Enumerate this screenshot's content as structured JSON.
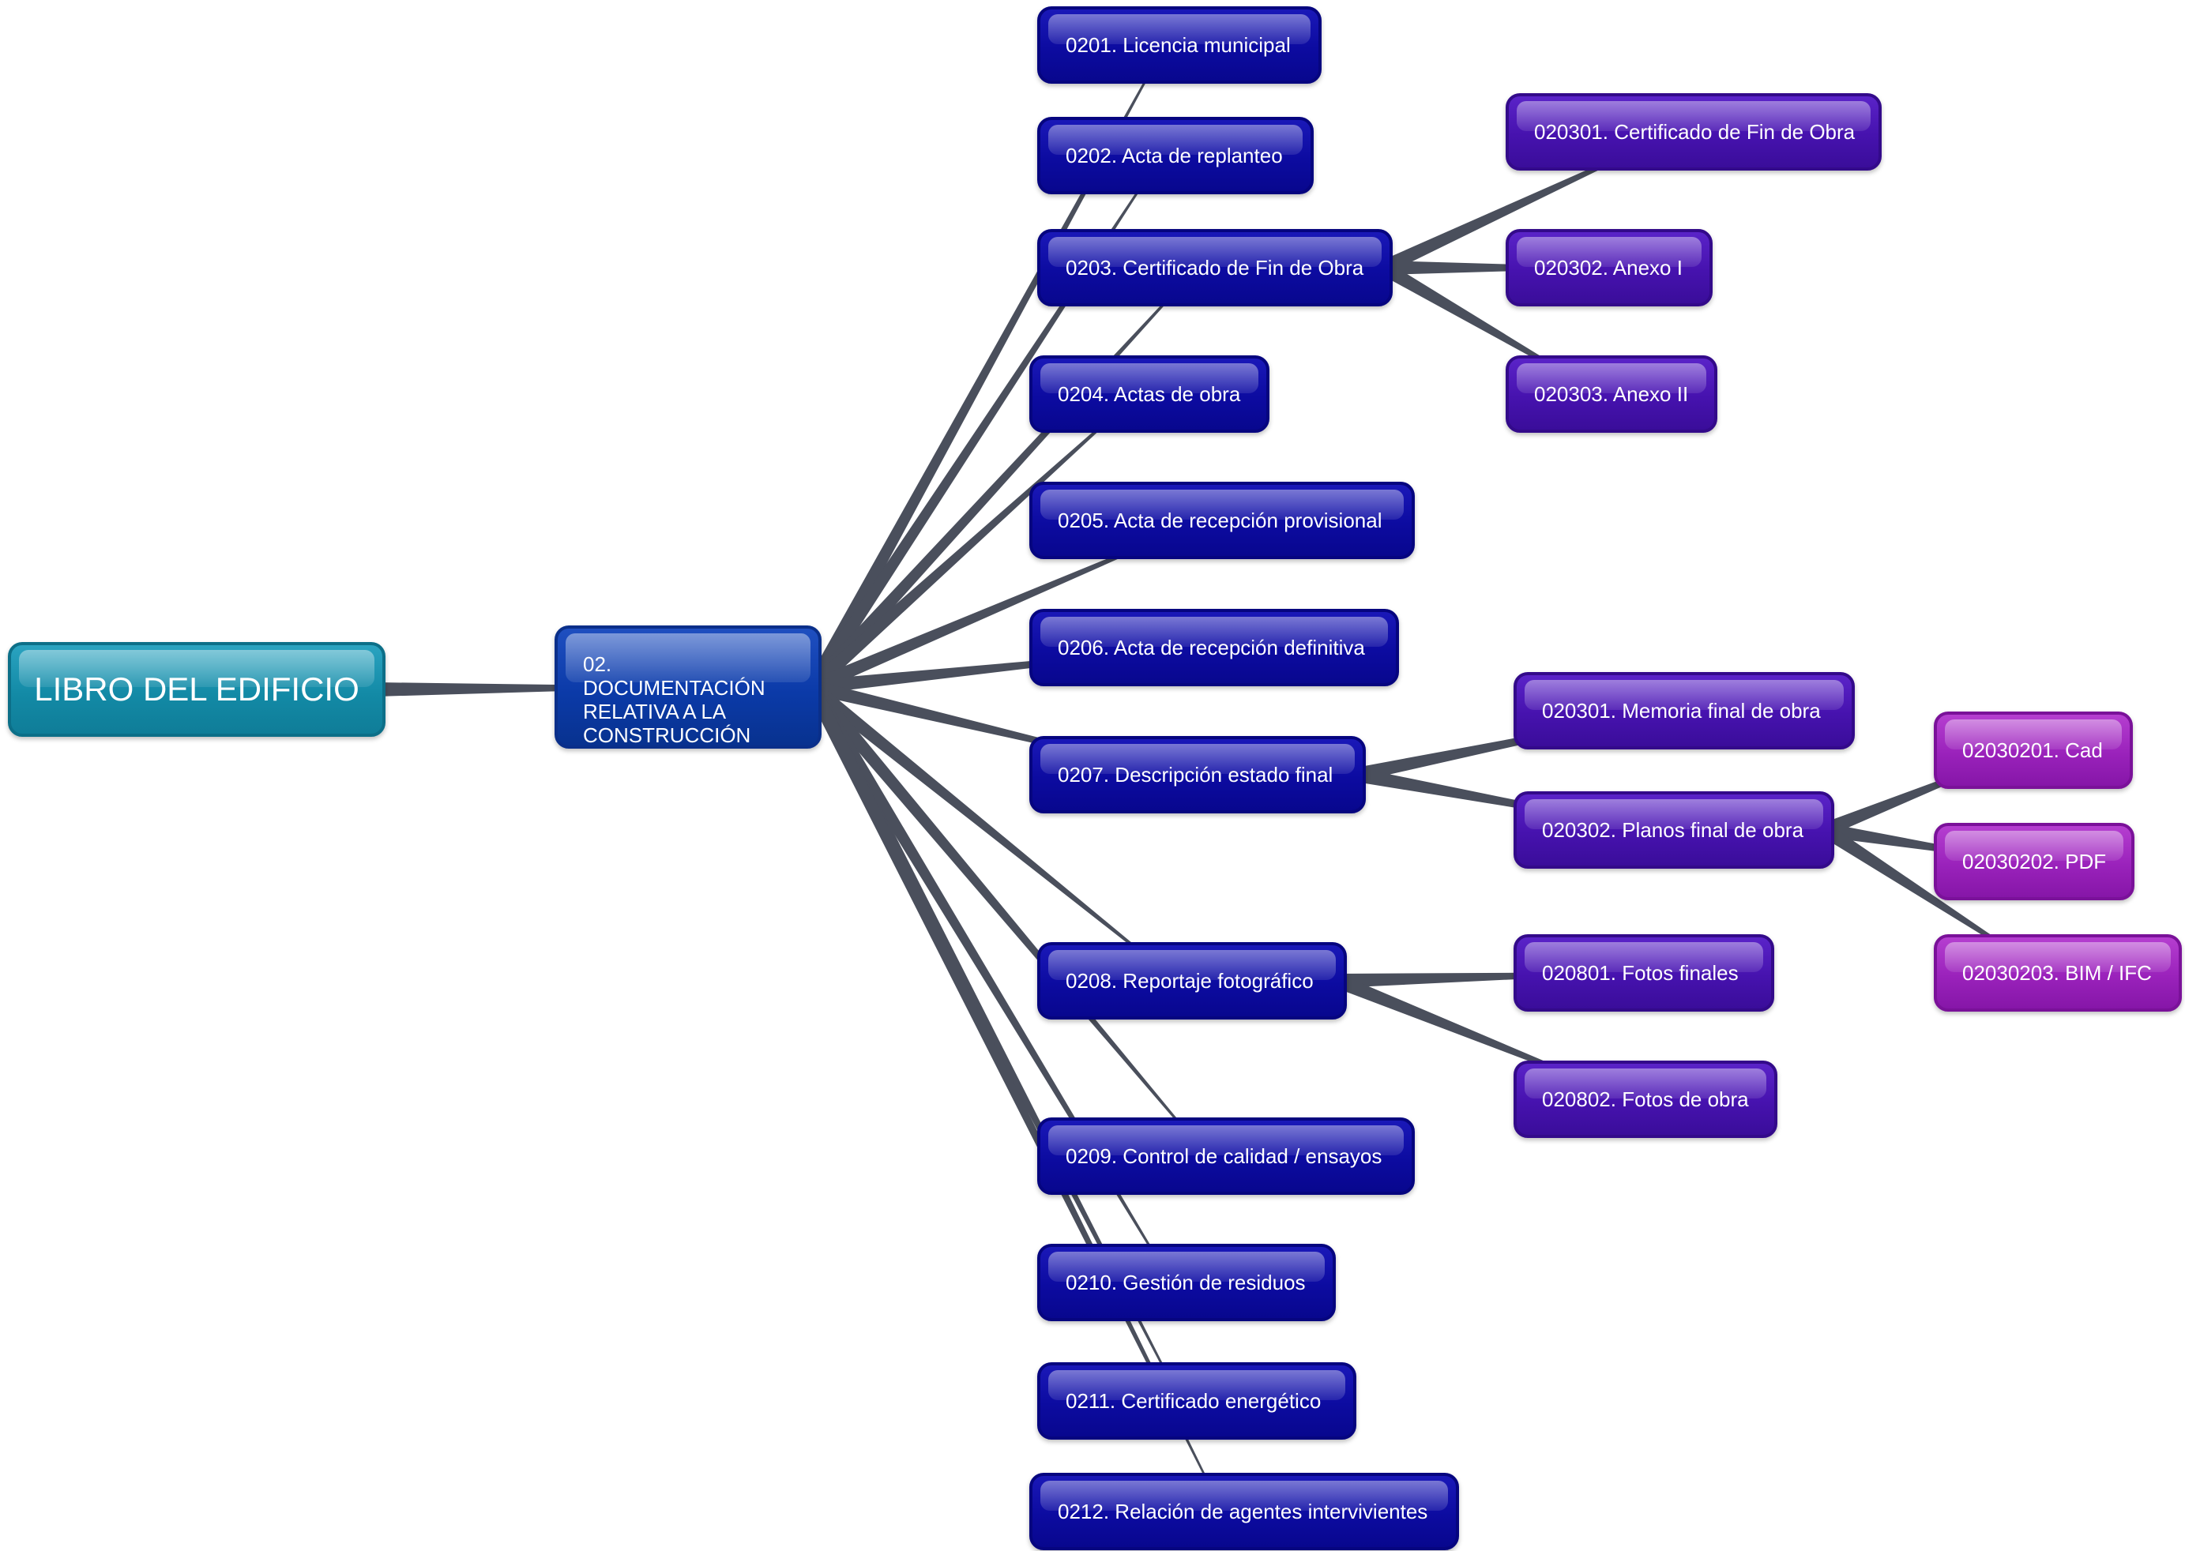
{
  "root": {
    "label": "LIBRO DEL EDIFICIO"
  },
  "hub": {
    "label": "02. DOCUMENTACIÓN RELATIVA A LA CONSTRUCCIÓN"
  },
  "sections": [
    {
      "id": "0201",
      "label": "0201. Licencia municipal"
    },
    {
      "id": "0202",
      "label": "0202. Acta de replanteo"
    },
    {
      "id": "0203",
      "label": "0203. Certificado de Fin de Obra"
    },
    {
      "id": "0204",
      "label": "0204. Actas de obra"
    },
    {
      "id": "0205",
      "label": "0205. Acta de recepción provisional"
    },
    {
      "id": "0206",
      "label": "0206. Acta de recepción definitiva"
    },
    {
      "id": "0207",
      "label": "0207. Descripción estado final"
    },
    {
      "id": "0208",
      "label": "0208. Reportaje fotográfico"
    },
    {
      "id": "0209",
      "label": "0209. Control de calidad / ensayos"
    },
    {
      "id": "0210",
      "label": "0210. Gestión de residuos"
    },
    {
      "id": "0211",
      "label": "0211. Certificado energético"
    },
    {
      "id": "0212",
      "label": "0212. Relación de agentes intervivientes"
    }
  ],
  "subsections": [
    {
      "id": "020301",
      "parent": "0203",
      "label": "020301. Certificado de Fin de Obra"
    },
    {
      "id": "020302",
      "parent": "0203",
      "label": "020302. Anexo I"
    },
    {
      "id": "020303",
      "parent": "0203",
      "label": "020303. Anexo II"
    },
    {
      "id": "0207-1",
      "parent": "0207",
      "label": "020301. Memoria final de obra"
    },
    {
      "id": "0207-2",
      "parent": "0207",
      "label": "020302. Planos final de obra"
    },
    {
      "id": "020801",
      "parent": "0208",
      "label": "020801. Fotos finales"
    },
    {
      "id": "020802",
      "parent": "0208",
      "label": "020802. Fotos de obra"
    }
  ],
  "files": [
    {
      "id": "02030201",
      "parent": "0207-2",
      "label": "02030201. Cad"
    },
    {
      "id": "02030202",
      "parent": "0207-2",
      "label": "02030202. PDF"
    },
    {
      "id": "02030203",
      "parent": "0207-2",
      "label": "02030203. BIM / IFC"
    }
  ],
  "colors": {
    "root": "#138aa6",
    "hub": "#0b3aa8",
    "section": "#0c0ba0",
    "subsection": "#4612ae",
    "file": "#9a22bb",
    "connector": "#4a4f5c"
  }
}
